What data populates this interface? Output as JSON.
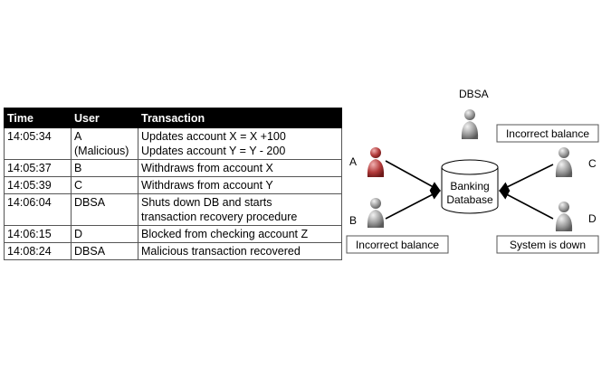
{
  "table": {
    "headers": [
      "Time",
      "User",
      "Transaction"
    ],
    "rows": [
      {
        "time": "14:05:34",
        "user": [
          "A",
          "(Malicious)"
        ],
        "transaction": [
          "Updates account X = X +100",
          "Updates account Y = Y - 200"
        ]
      },
      {
        "time": "14:05:37",
        "user": [
          "B"
        ],
        "transaction": [
          "Withdraws from account X"
        ]
      },
      {
        "time": "14:05:39",
        "user": [
          "C"
        ],
        "transaction": [
          "Withdraws  from account Y"
        ]
      },
      {
        "time": "14:06:04",
        "user": [
          "DBSA"
        ],
        "transaction": [
          "Shuts down DB and starts",
          "transaction recovery procedure"
        ]
      },
      {
        "time": "14:06:15",
        "user": [
          "D"
        ],
        "transaction": [
          "Blocked from checking account Z"
        ]
      },
      {
        "time": "14:08:24",
        "user": [
          "DBSA"
        ],
        "transaction": [
          "Malicious transaction recovered"
        ]
      }
    ]
  },
  "diagram": {
    "database_label": [
      "Banking",
      "Database"
    ],
    "users": {
      "dbsa": "DBSA",
      "a": "A",
      "b": "B",
      "c": "C",
      "d": "D"
    },
    "boxes": {
      "top_right": "Incorrect balance",
      "bottom_left": "Incorrect balance",
      "bottom_right": "System is down"
    },
    "colors": {
      "malicious_user": "#b23a3a",
      "normal_user": "#8c8c8c"
    }
  }
}
